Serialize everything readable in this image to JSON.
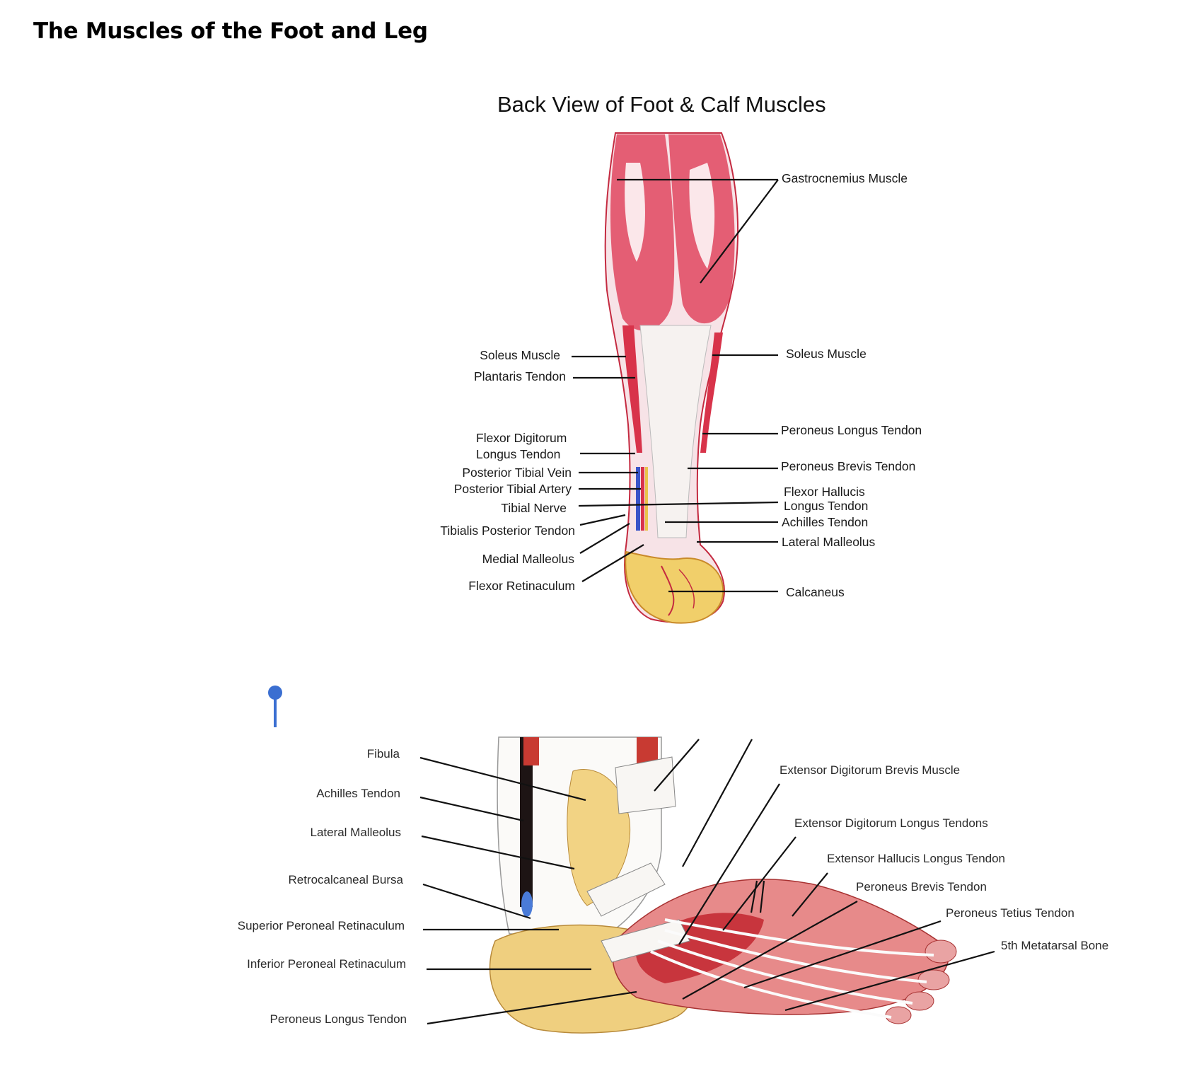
{
  "document": {
    "title": "The Muscles of the Foot and Leg"
  },
  "figure_back": {
    "title": "Back View of Foot & Calf Muscles",
    "labels": {
      "gastrocnemius": "Gastrocnemius Muscle",
      "soleus_left": "Soleus Muscle",
      "plantaris": "Plantaris Tendon",
      "flexor_digitorum_1": "Flexor Digitorum",
      "flexor_digitorum_2": "Longus Tendon",
      "post_tibial_vein": "Posterior Tibial Vein",
      "post_tibial_artery": "Posterior Tibial Artery",
      "tibial_nerve": "Tibial Nerve",
      "tibialis_post": "Tibialis Posterior Tendon",
      "medial_malleolus": "Medial Malleolus",
      "flexor_retinaculum": "Flexor Retinaculum",
      "soleus_right": "Soleus Muscle",
      "peroneus_longus": "Peroneus Longus Tendon",
      "peroneus_brevis": "Peroneus Brevis Tendon",
      "flexor_hallucis_1": "Flexor Hallucis",
      "flexor_hallucis_2": "Longus Tendon",
      "achilles": "Achilles Tendon",
      "lateral_malleolus": "Lateral Malleolus",
      "calcaneus": "Calcaneus"
    }
  },
  "figure_side": {
    "labels": {
      "fibula": "Fibula",
      "achilles": "Achilles Tendon",
      "lateral_malleolus": "Lateral Malleolus",
      "retrocalcaneal": "Retrocalcaneal Bursa",
      "sup_peroneal_ret": "Superior Peroneal Retinaculum",
      "inf_peroneal_ret": "Inferior Peroneal Retinaculum",
      "peroneus_longus": "Peroneus Longus Tendon",
      "ext_dig_brevis": "Extensor Digitorum Brevis Muscle",
      "ext_dig_longus": "Extensor Digitorum Longus Tendons",
      "ext_hall_longus": "Extensor Hallucis Longus Tendon",
      "peroneus_brevis": "Peroneus Brevis Tendon",
      "peroneus_tetius": "Peroneus Tetius Tendon",
      "fifth_metatarsal": "5th Metatarsal Bone"
    }
  },
  "colors": {
    "muscle": "#d8334a",
    "muscle_light": "#f3b3bf",
    "bone": "#f0d27a",
    "tendon": "#f4f1ee",
    "leader": "#111111",
    "cursor": "#3b6fd1"
  },
  "icons": {
    "cursor": "map-pin-cursor-icon"
  }
}
